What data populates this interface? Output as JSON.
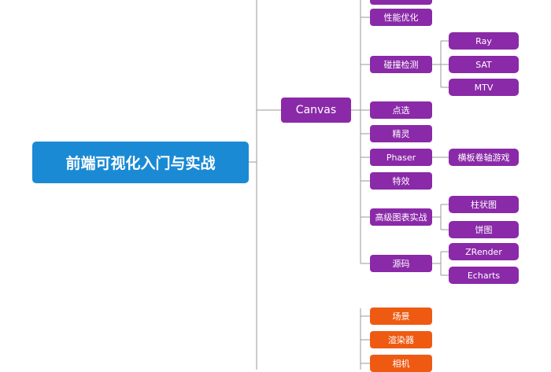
{
  "root": {
    "label": "前端可视化入门与实战"
  },
  "canvas": {
    "label": "Canvas"
  },
  "branches": {
    "perf": "性能优化",
    "collision": "碰撞检测",
    "pick": "点选",
    "sprite": "精灵",
    "phaser": "Phaser",
    "effects": "特效",
    "advanced_charts": "高级图表实战",
    "source": "源码"
  },
  "collision_children": [
    "Ray",
    "SAT",
    "MTV"
  ],
  "phaser_children": [
    "横板卷轴游戏"
  ],
  "advanced_children": [
    "柱状图",
    "饼图"
  ],
  "source_children": [
    "ZRender",
    "Echarts"
  ],
  "lower_branches": [
    "场景",
    "渲染器",
    "相机"
  ],
  "colors": {
    "root": "#1a8ad4",
    "purple": "#8a2aa8",
    "orange": "#ee5a12",
    "line": "#9a9a9a"
  }
}
